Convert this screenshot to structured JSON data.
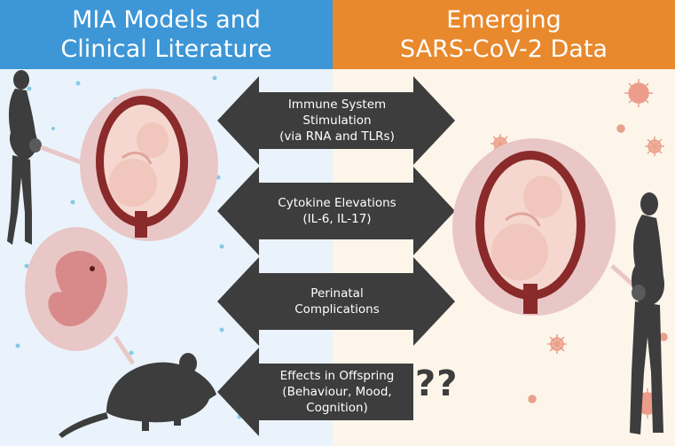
{
  "header_left": {
    "line1": "MIA Models and",
    "line2": "Clinical Literature"
  },
  "header_right": {
    "line1": "Emerging",
    "line2": "SARS-CoV-2  Data"
  },
  "arrows": [
    {
      "lines": [
        "Immune System",
        "Stimulation",
        "(via RNA and TLRs)"
      ]
    },
    {
      "lines": [
        "Cytokine Elevations",
        "(IL-6, IL-17)"
      ]
    },
    {
      "lines": [
        "Perinatal",
        "Complications"
      ]
    },
    {
      "lines": [
        "Effects in Offspring",
        "(Behaviour, Mood,",
        "Cognition)"
      ]
    }
  ],
  "question_marks": "??",
  "colors": {
    "left_header": "#3d96d6",
    "right_header": "#e8892d",
    "left_bg": "#eaf3fb",
    "right_bg": "#fdf5ea",
    "arrow": "#3d3d3d",
    "virus": "#e9a08a",
    "dot": "#6cc0e0"
  },
  "icons": [
    "pregnant-woman-icon",
    "uterus-fetus-icon",
    "embryo-icon",
    "mouse-icon",
    "virus-icon"
  ]
}
